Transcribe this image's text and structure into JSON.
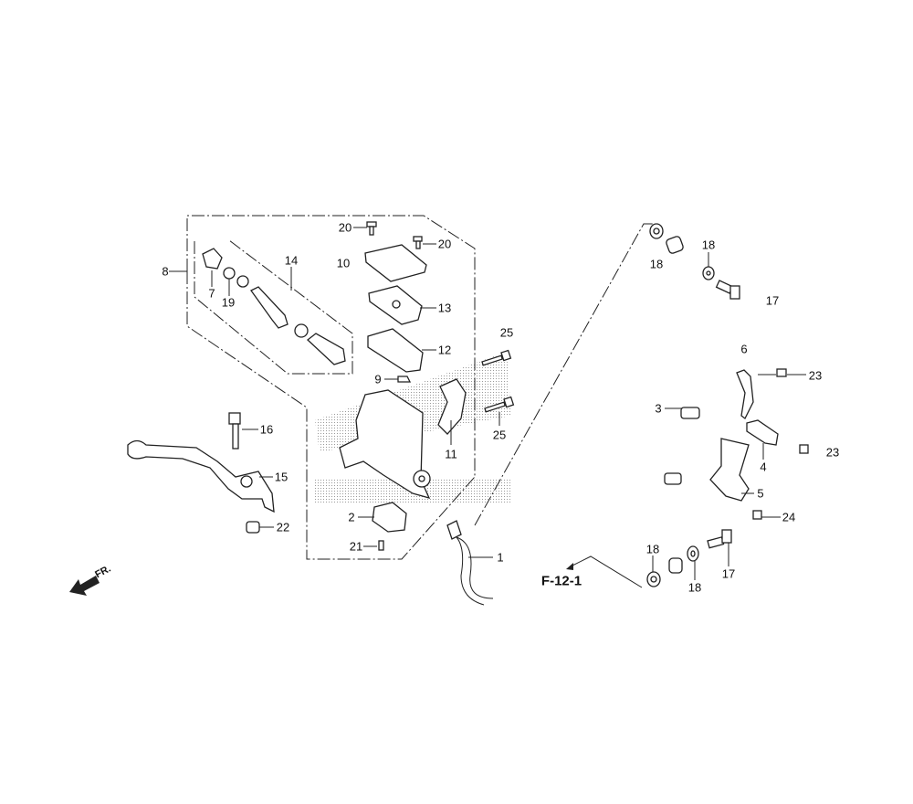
{
  "diagram": {
    "callouts": [
      "20",
      "20",
      "8",
      "7",
      "19",
      "14",
      "10",
      "13",
      "12",
      "25",
      "9",
      "25",
      "11",
      "16",
      "15",
      "22",
      "2",
      "21",
      "1",
      "18",
      "18",
      "17",
      "6",
      "23",
      "3",
      "23",
      "4",
      "5",
      "24",
      "18",
      "17",
      "18"
    ],
    "reference": "F-12-1",
    "front_indicator": "FR."
  }
}
